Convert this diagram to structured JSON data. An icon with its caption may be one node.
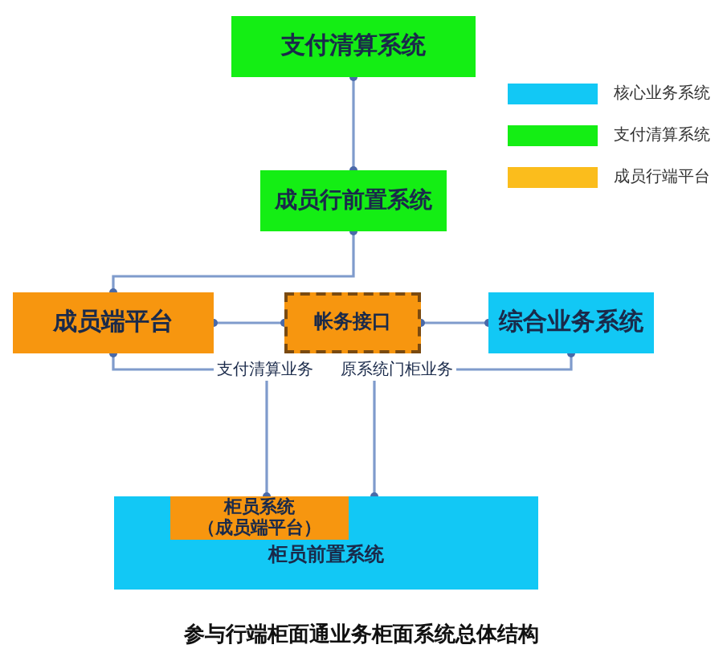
{
  "diagram": {
    "caption": "参与行端柜面通业务柜面系统总体结构",
    "nodes": [
      {
        "text": [
          "支付清算系统"
        ]
      },
      {
        "text": [
          "成员行前置系统"
        ]
      },
      {
        "text": [
          "成员端平台"
        ]
      },
      {
        "text": [
          "帐务接口"
        ]
      },
      {
        "text": [
          "综合业务系统"
        ]
      },
      {
        "text": [
          "柜员前置系统"
        ]
      },
      {
        "text": [
          "柜员系统（成员端平台）"
        ],
        "in": 5
      }
    ],
    "edges": [
      {
        "from": 0,
        "to": 1,
        "arrow": "other"
      },
      {
        "from": 1,
        "to": 2,
        "arrow": "other"
      },
      {
        "from": 2,
        "to": 3,
        "arrow": "other"
      },
      {
        "from": 3,
        "to": 4,
        "arrow": "other"
      },
      {
        "from": 2,
        "to": 6,
        "arrow": "other",
        "label": "支付清算业务"
      },
      {
        "from": 4,
        "to": 5,
        "arrow": "other",
        "label": "原系统门柜业务"
      }
    ],
    "legend": [
      {
        "text": "核心业务系统",
        "color": "#12c8f5"
      },
      {
        "text": "支付清算系统",
        "color": "#14ee14"
      },
      {
        "text": "成员行端平台",
        "color": "#fbbd1c"
      }
    ]
  }
}
